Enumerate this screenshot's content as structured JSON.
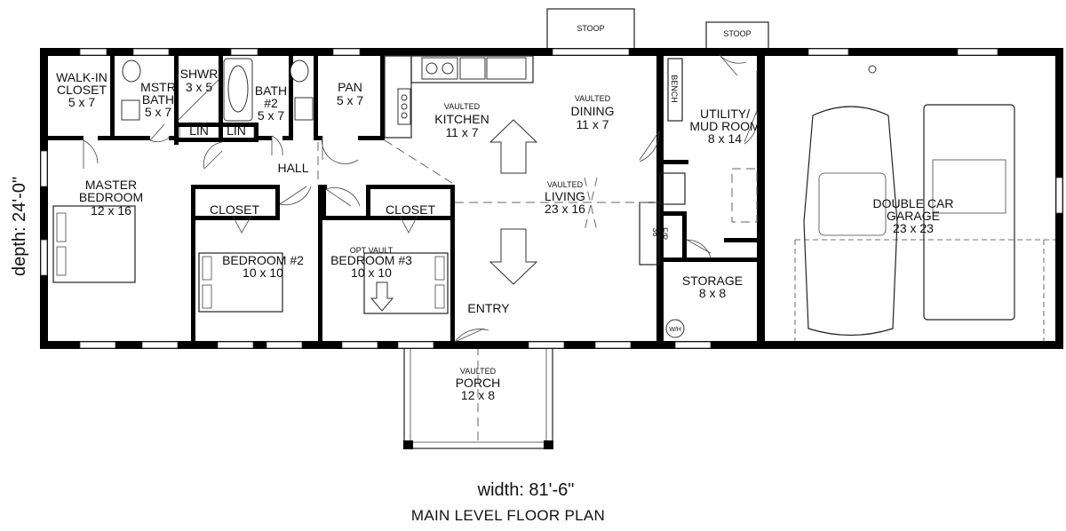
{
  "plan": {
    "title": "MAIN LEVEL FLOOR PLAN",
    "width_label": "width: 81'-6\"",
    "depth_label": "depth: 24'-0\""
  },
  "rooms": {
    "walkin_closet": {
      "name_1": "WALK-IN",
      "name_2": "CLOSET",
      "size": "5 x 7"
    },
    "master_bath": {
      "name_1": "MSTR",
      "name_2": "BATH",
      "size": "5 x 7"
    },
    "shower": {
      "name": "SHWR",
      "size": "3 x 5"
    },
    "bath2": {
      "name_1": "BATH",
      "name_2": "#2",
      "size": "5 x 7"
    },
    "pantry": {
      "name": "PAN",
      "size": "5 x 7"
    },
    "kitchen": {
      "note": "VAULTED",
      "name": "KITCHEN",
      "size": "11 x 7"
    },
    "dining": {
      "note": "VAULTED",
      "name": "DINING",
      "size": "11 x 7"
    },
    "utility": {
      "name_1": "UTILITY/",
      "name_2": "MUD ROOM",
      "size": "8 x 14"
    },
    "bench": "BENCH",
    "lin_1": "LIN",
    "lin_2": "LIN",
    "hall": "HALL",
    "master_bedroom": {
      "name_1": "MASTER",
      "name_2": "BEDROOM",
      "size": "12 x 16"
    },
    "bedroom2": {
      "closet": "CLOSET",
      "name": "BEDROOM #2",
      "size": "10 x 10"
    },
    "bedroom3": {
      "closet": "CLOSET",
      "note": "OPT VAULT",
      "name": "BEDROOM #3",
      "size": "10 x 10"
    },
    "living": {
      "note": "VAULTED",
      "name": "LIVING",
      "size": "23 x 16"
    },
    "fireplace": {
      "line_1": "36\"",
      "line_2": "F/P"
    },
    "entry": "ENTRY",
    "storage": {
      "name": "STORAGE",
      "size": "8 x 8",
      "wh": "W/H"
    },
    "garage": {
      "name_1": "DOUBLE CAR",
      "name_2": "GARAGE",
      "size": "23 x 23"
    },
    "porch": {
      "note": "VAULTED",
      "name": "PORCH",
      "size": "12 x 8"
    },
    "stoop_1": "STOOP",
    "stoop_2": "STOOP"
  }
}
